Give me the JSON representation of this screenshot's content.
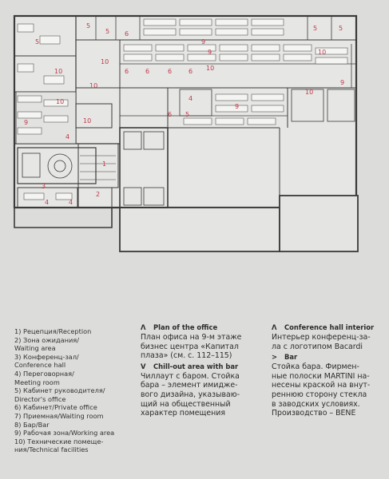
{
  "plan_labels": [
    {
      "id": "p1",
      "text": "5"
    },
    {
      "id": "p2",
      "text": "5"
    },
    {
      "id": "p3",
      "text": "6"
    },
    {
      "id": "p4",
      "text": "5"
    },
    {
      "id": "p5",
      "text": "9"
    },
    {
      "id": "p6",
      "text": "9"
    },
    {
      "id": "p7",
      "text": "5"
    },
    {
      "id": "p8",
      "text": "5"
    },
    {
      "id": "p9",
      "text": "10"
    },
    {
      "id": "p10",
      "text": "10"
    },
    {
      "id": "p11",
      "text": "10"
    },
    {
      "id": "p12",
      "text": "6"
    },
    {
      "id": "p13",
      "text": "6"
    },
    {
      "id": "p14",
      "text": "6"
    },
    {
      "id": "p15",
      "text": "6"
    },
    {
      "id": "p16",
      "text": "10"
    },
    {
      "id": "p17",
      "text": "9"
    },
    {
      "id": "p18",
      "text": "10"
    },
    {
      "id": "p19",
      "text": "4"
    },
    {
      "id": "p20",
      "text": "9"
    },
    {
      "id": "p21",
      "text": "10"
    },
    {
      "id": "p22",
      "text": "9"
    },
    {
      "id": "p23",
      "text": "6"
    },
    {
      "id": "p24",
      "text": "5"
    },
    {
      "id": "p25",
      "text": "10"
    },
    {
      "id": "p26",
      "text": "4"
    },
    {
      "id": "p27",
      "text": "1"
    },
    {
      "id": "p28",
      "text": "3"
    },
    {
      "id": "p29",
      "text": "4"
    },
    {
      "id": "p30",
      "text": "4"
    },
    {
      "id": "p31",
      "text": "2"
    },
    {
      "id": "p32",
      "text": "10"
    }
  ],
  "legend": [
    "1) Рецепция/Reception",
    "2) Зона ожидания/",
    "Waiting area",
    "3) Конференц-зал/",
    "Conference hall",
    "4) Переговорная/",
    "Meeting room",
    "5) Кабинет руководителя/",
    "Director's office",
    "6) Кабинет/Private office",
    "7) Приемная/Waiting room",
    "8) Бар/Bar",
    "9) Рабочая зона/Working area",
    "10) Технические помеще-",
    "ния/Technical facilities"
  ],
  "captions": {
    "plan": {
      "marker": "Λ",
      "title": "Plan of the office",
      "lines": [
        "План офиса на 9-м этаже",
        "бизнес центра «Капитал",
        "плаза» (см. с. 112–115)"
      ]
    },
    "chill": {
      "marker": "V",
      "title": "Chill-out area with bar",
      "lines": [
        "Чиллаут с баром. Стойка",
        "бара – элемент имидже-",
        "вого дизайна, указываю-",
        "щий на общественный",
        "характер помещения"
      ]
    },
    "conference": {
      "marker": "Λ",
      "title": "Conference hall interior",
      "lines": [
        "Интерьер конференц-за-",
        "ла с логотипом Bacardi"
      ]
    },
    "bar": {
      "marker": ">",
      "title": "Bar",
      "lines": [
        "Стойка бара. Фирмен-",
        "ные полоски MARTINI на-",
        "несены краской на внут-",
        "реннюю сторону стекла",
        "в заводских условиях.",
        "Производство – BENE"
      ]
    }
  }
}
